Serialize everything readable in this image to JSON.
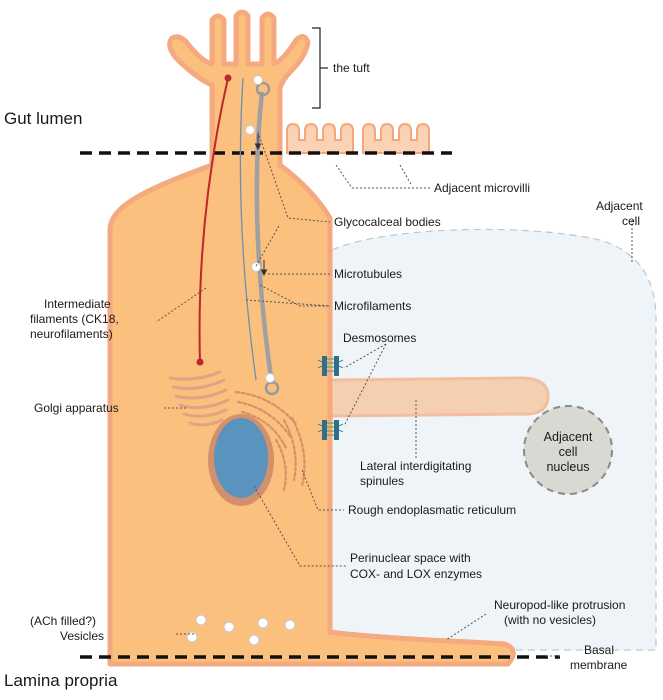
{
  "regions": {
    "gut_lumen": "Gut lumen",
    "lamina_propria": "Lamina propria"
  },
  "labels": {
    "tuft": "the tuft",
    "adjacent_microvilli": "Adjacent microvilli",
    "adjacent_cell_line1": "Adjacent",
    "adjacent_cell_line2": "cell",
    "glycocalceal_bodies": "Glycocalceal bodies",
    "microtubules": "Microtubules",
    "microfilaments": "Microfilaments",
    "intermediate_line1": "Intermediate",
    "intermediate_line2": "filaments (CK18,",
    "intermediate_line3": "neurofilaments)",
    "desmosomes": "Desmosomes",
    "golgi": "Golgi apparatus",
    "nucleus_line1": "Adjacent",
    "nucleus_line2": "cell",
    "nucleus_line3": "nucleus",
    "spinules_line1": "Lateral interdigitating",
    "spinules_line2": "spinules",
    "rer": "Rough endoplasmatic reticulum",
    "perinuclear_line1": "Perinuclear space with",
    "perinuclear_line2": "COX- and LOX enzymes",
    "vesicles_line1": "(ACh filled?)",
    "vesicles_line2": "Vesicles",
    "neuropod_line1": "Neuropod-like protrusion",
    "neuropod_line2": "(with no vesicles)",
    "basal_line1": "Basal",
    "basal_line2": "membrane"
  },
  "colors": {
    "cell_fill": "#fbbf7e",
    "cell_outline": "#f3a77c",
    "adjacent_cell_fill": "#eef4f8",
    "adjacent_cell_stroke": "#b7c9d6",
    "nucleus_fill": "#5b93bf",
    "nucleus_ring": "#d2906c",
    "intermediate_filament": "#c0262b",
    "microtubule": "#9a9a9a",
    "microfilament": "#6a8fb3",
    "leader_line": "#555555"
  }
}
